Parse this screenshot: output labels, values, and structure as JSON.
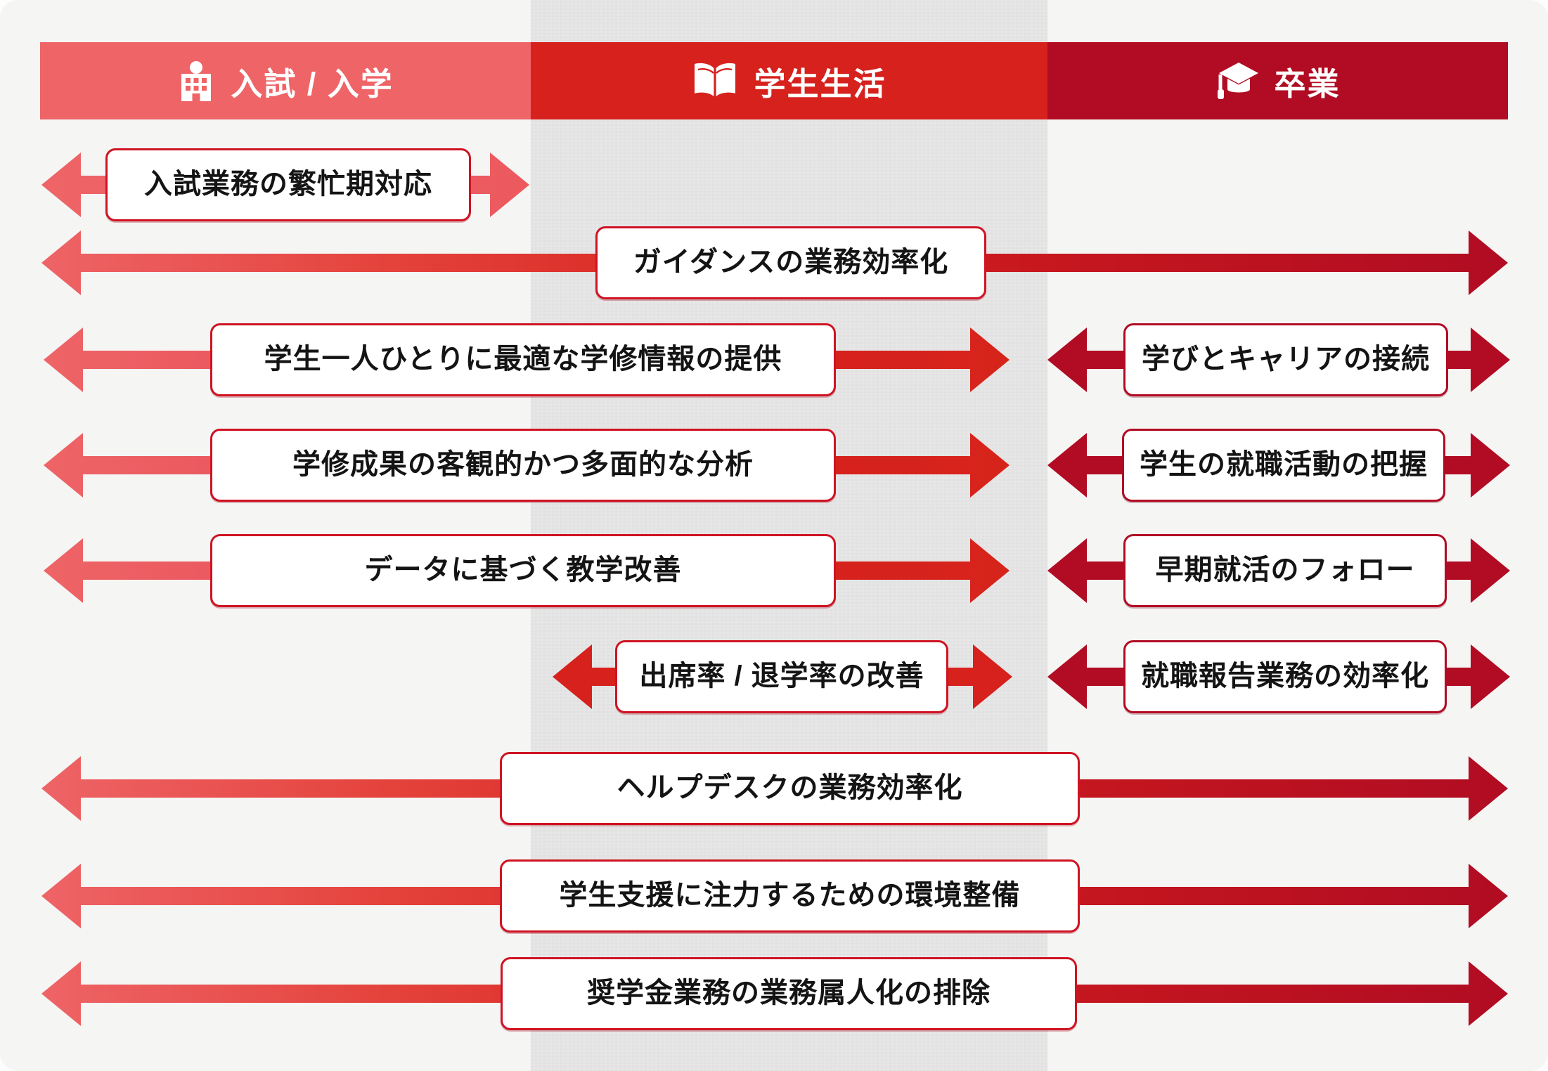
{
  "header": {
    "phases": [
      {
        "label": "入試 / 入学",
        "icon": "school-building-icon",
        "color": "#ee6467"
      },
      {
        "label": "学生生活",
        "icon": "open-book-icon",
        "color": "#d6211d"
      },
      {
        "label": "卒業",
        "icon": "graduation-cap-icon",
        "color": "#b10c23"
      }
    ]
  },
  "rows": [
    {
      "label": "入試業務の繁忙期対応",
      "span": "admission"
    },
    {
      "label": "ガイダンスの業務効率化",
      "span": "admission-campus-graduation"
    },
    {
      "label": "学生一人ひとりに最適な学修情報の提供",
      "span": "admission-campus"
    },
    {
      "label": "学びとキャリアの接続",
      "span": "graduation"
    },
    {
      "label": "学修成果の客観的かつ多面的な分析",
      "span": "admission-campus"
    },
    {
      "label": "学生の就職活動の把握",
      "span": "graduation"
    },
    {
      "label": "データに基づく教学改善",
      "span": "admission-campus"
    },
    {
      "label": "早期就活のフォロー",
      "span": "graduation"
    },
    {
      "label": "出席率 / 退学率の改善",
      "span": "campus"
    },
    {
      "label": "就職報告業務の効率化",
      "span": "graduation"
    },
    {
      "label": "ヘルプデスクの業務効率化",
      "span": "admission-campus-graduation"
    },
    {
      "label": "学生支援に注力するための環境整備",
      "span": "admission-campus-graduation"
    },
    {
      "label": "奨学金業務の業務属人化の排除",
      "span": "admission-campus-graduation"
    }
  ],
  "colors": {
    "admission_accent": "#ee6467",
    "campus_accent": "#d6211d",
    "graduation_accent": "#b10c23",
    "box_border_light": "#cf1322",
    "box_border_dark": "#b10c23",
    "background": "#f5f5f4",
    "campus_band": "#e8e7e7",
    "text": "#141414"
  }
}
